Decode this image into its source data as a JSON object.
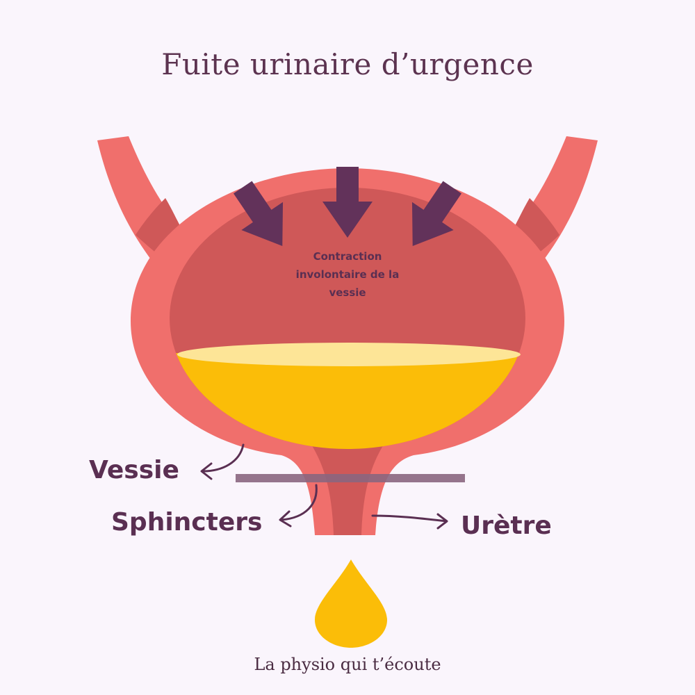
{
  "title": "Fuite urinaire d’urgence",
  "footer": "La physio qui t’écoute",
  "labels": {
    "contraction_line1": "Contraction",
    "contraction_line2": "involontaire de la",
    "contraction_line3": "vessie",
    "vessie": "Vessie",
    "sphincters": "Sphincters",
    "uretre": "Urètre"
  },
  "colors": {
    "background": "#faf5fc",
    "bladder_wall": "#f06f6c",
    "bladder_inner": "#cf5858",
    "urine": "#fbbd08",
    "urine_surface": "#fde597",
    "arrows": "#62325a",
    "sphincter_bar": "#8a6680",
    "text": "#5a2f52"
  },
  "icons": [
    "pressure-arrow-icon",
    "urine-drop-icon",
    "curved-arrow-icon"
  ]
}
